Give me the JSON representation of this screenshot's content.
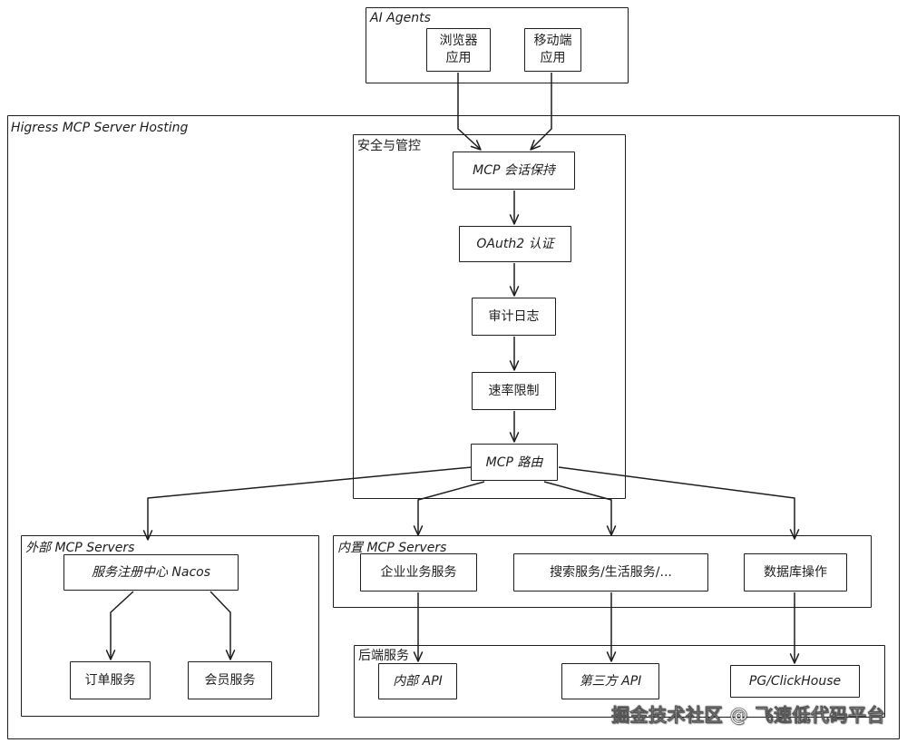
{
  "groups": {
    "ai_agents": "AI Agents",
    "hosting": "Higress MCP Server Hosting",
    "security": "安全与管控",
    "external": "外部 MCP Servers",
    "builtin": "内置 MCP Servers",
    "backend": "后端服务"
  },
  "nodes": {
    "browser": [
      "浏览器",
      "应用"
    ],
    "mobile": [
      "移动端",
      "应用"
    ],
    "session": "MCP 会话保持",
    "oauth": "OAuth2 认证",
    "audit": "审计日志",
    "rate": "速率限制",
    "router": "MCP 路由",
    "nacos": "服务注册中心 Nacos",
    "order": "订单服务",
    "member": "会员服务",
    "enterprise": "企业业务服务",
    "search": "搜索服务/生活服务/...",
    "database": "数据库操作",
    "internal_api": "内部 API",
    "third_api": "第三方 API",
    "pg": "PG/ClickHouse"
  },
  "watermark": "掘金技术社区 @ 飞速低代码平台",
  "colors": {
    "stroke": "#1e1e1e",
    "background": "#ffffff"
  }
}
